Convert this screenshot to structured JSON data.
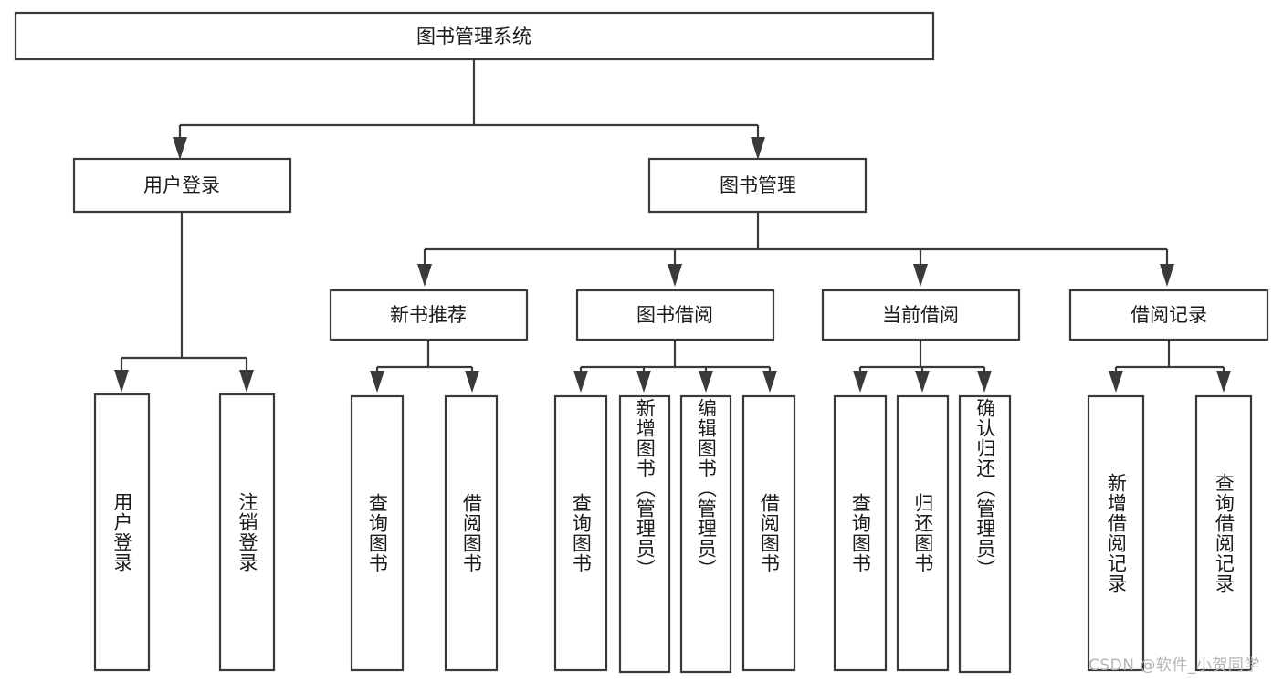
{
  "diagram": {
    "type": "tree-hierarchy",
    "title": "图书管理系统",
    "root": {
      "id": "root",
      "label": "图书管理系统"
    },
    "level2": [
      {
        "id": "user-login",
        "label": "用户登录"
      },
      {
        "id": "book-manage",
        "label": "图书管理"
      }
    ],
    "level3": [
      {
        "id": "new-book-recommend",
        "label": "新书推荐",
        "parent": "book-manage"
      },
      {
        "id": "book-borrow",
        "label": "图书借阅",
        "parent": "book-manage"
      },
      {
        "id": "current-borrow",
        "label": "当前借阅",
        "parent": "book-manage"
      },
      {
        "id": "borrow-record",
        "label": "借阅记录",
        "parent": "book-manage"
      }
    ],
    "leaves": [
      {
        "id": "leaf-user-login",
        "label": "用户登录",
        "parent": "user-login"
      },
      {
        "id": "leaf-logout",
        "label": "注销登录",
        "parent": "user-login"
      },
      {
        "id": "leaf-query-book-1",
        "label": "查询图书",
        "parent": "new-book-recommend"
      },
      {
        "id": "leaf-borrow-book-1",
        "label": "借阅图书",
        "parent": "new-book-recommend"
      },
      {
        "id": "leaf-query-book-2",
        "label": "查询图书",
        "parent": "book-borrow"
      },
      {
        "id": "leaf-add-book",
        "label": "新增图书（管理员）",
        "parent": "book-borrow"
      },
      {
        "id": "leaf-edit-book",
        "label": "编辑图书（管理员）",
        "parent": "book-borrow"
      },
      {
        "id": "leaf-borrow-book-2",
        "label": "借阅图书",
        "parent": "book-borrow"
      },
      {
        "id": "leaf-query-book-3",
        "label": "查询图书",
        "parent": "current-borrow"
      },
      {
        "id": "leaf-return-book",
        "label": "归还图书",
        "parent": "current-borrow"
      },
      {
        "id": "leaf-confirm-return",
        "label": "确认归还（管理员）",
        "parent": "current-borrow"
      },
      {
        "id": "leaf-add-record",
        "label": "新增借阅记录",
        "parent": "borrow-record"
      },
      {
        "id": "leaf-query-record",
        "label": "查询借阅记录",
        "parent": "borrow-record"
      }
    ],
    "colors": {
      "stroke": "#3a3a3a",
      "fill": "#ffffff",
      "text": "#1b1b1b",
      "watermark": "#b4b4b4",
      "background": "#ffffff"
    }
  },
  "watermark": {
    "text": "CSDN @软件_小贺同学"
  }
}
